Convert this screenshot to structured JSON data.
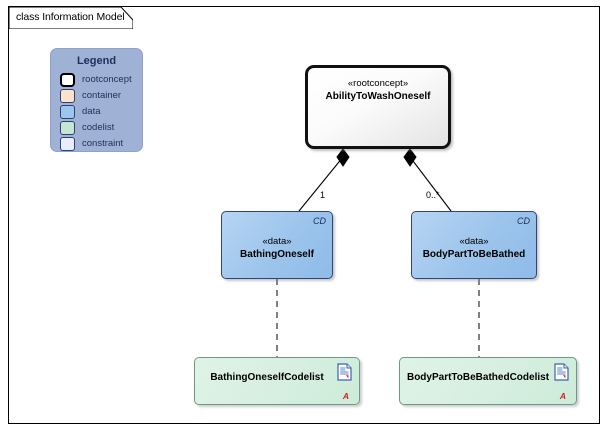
{
  "frame": {
    "label": "class Information Model"
  },
  "legend": {
    "title": "Legend",
    "items": [
      {
        "label": "rootconcept",
        "color": "#FFFFFF",
        "kind": "root"
      },
      {
        "label": "container",
        "color": "#FAE2CE",
        "kind": "plain"
      },
      {
        "label": "data",
        "color": "#9DC6EE",
        "kind": "plain"
      },
      {
        "label": "codelist",
        "color": "#C5E6D2",
        "kind": "plain"
      },
      {
        "label": "constraint",
        "color": "#E9ECF9",
        "kind": "plain"
      }
    ]
  },
  "nodes": {
    "rootconcept": {
      "stereotype": "«rootconcept»",
      "name": "AbilityToWashOneself"
    },
    "bathing": {
      "stereotype": "«data»",
      "name": "BathingOneself",
      "corner_tag": "CD"
    },
    "bodypart": {
      "stereotype": "«data»",
      "name": "BodyPartToBeBathed",
      "corner_tag": "CD"
    },
    "bathing_codelist": {
      "name": "BathingOneselfCodelist",
      "marker": "A"
    },
    "bodypart_codelist": {
      "name": "BodyPartToBeBathedCodelist",
      "marker": "A"
    }
  },
  "connectors": {
    "left_multiplicity": "1",
    "right_multiplicity": "0..*"
  },
  "colors": {
    "legend_fill": "#9FB2D6",
    "legend_text": "#1F2E5A",
    "data_fill": "#9CC4EC",
    "data_border": "#32457A",
    "codelist_fill": "#D6EFE0",
    "codelist_border": "#6D9A86",
    "root_border": "#111111",
    "marker_red": "#CC2222"
  }
}
